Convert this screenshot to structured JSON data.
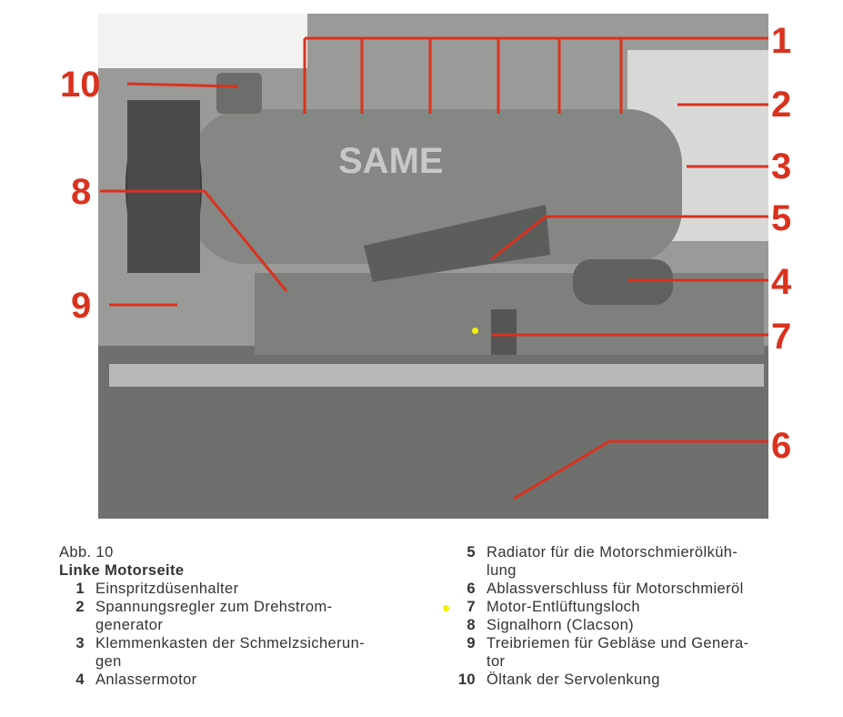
{
  "figure": {
    "labels": [
      "1",
      "2",
      "3",
      "4",
      "5",
      "6",
      "7",
      "8",
      "9",
      "10"
    ],
    "brand_text": "SAME",
    "label_color": "#d9321f"
  },
  "caption": {
    "figure_no": "Abb. 10",
    "title": "Linke Motorseite",
    "items": [
      {
        "n": "1",
        "text": "Einspritzdüsenhalter"
      },
      {
        "n": "2",
        "text": "Spannungsregler zum Drehstrom-",
        "cont": "generator"
      },
      {
        "n": "3",
        "text": "Klemmenkasten der Schmelzsicherun-",
        "cont": "gen"
      },
      {
        "n": "4",
        "text": "Anlassermotor"
      },
      {
        "n": "5",
        "text": "Radiator für die Motorschmierölküh-",
        "cont": "lung"
      },
      {
        "n": "6",
        "text": "Ablassverschluss für Motorschmieröl"
      },
      {
        "n": "7",
        "text": "Motor-Entlüftungsloch"
      },
      {
        "n": "8",
        "text": "Signalhorn (Clacson)"
      },
      {
        "n": "9",
        "text": "Treibriemen für Gebläse und Genera-",
        "cont": "tor"
      },
      {
        "n": "10",
        "text": "Öltank der Servolenkung"
      }
    ]
  }
}
